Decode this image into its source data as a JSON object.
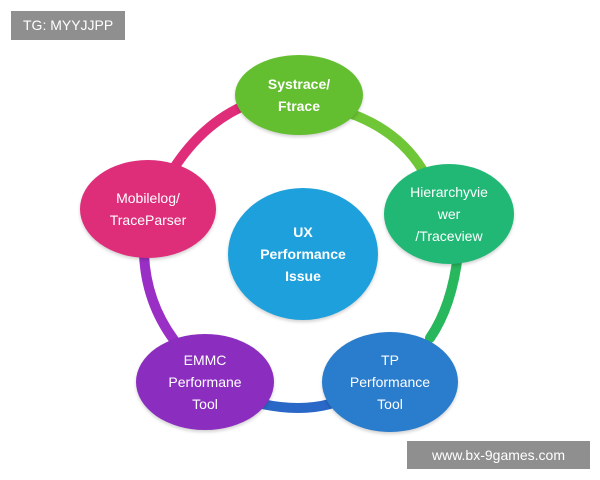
{
  "watermark_top": "TG: MYYJJPP",
  "watermark_bottom": "www.bx-9games.com",
  "center": {
    "label": "UX\nPerformance\nIssue",
    "color": "#1ea0dc"
  },
  "nodes": [
    {
      "label": "Systrace/\nFtrace",
      "color": "#63bf2f"
    },
    {
      "label": "Hierarchyvie\nwer\n/Traceview",
      "color": "#21b876"
    },
    {
      "label": "TP\nPerformance\nTool",
      "color": "#2a7ccc"
    },
    {
      "label": "EMMC\nPerformane\nTool",
      "color": "#8b2ec0"
    },
    {
      "label": "Mobilelog/\nTraceParser",
      "color": "#de2e7a"
    }
  ],
  "ring_colors": [
    "#6fc636",
    "#27b75c",
    "#2a68c8",
    "#9a2fc6",
    "#e02d7a"
  ]
}
